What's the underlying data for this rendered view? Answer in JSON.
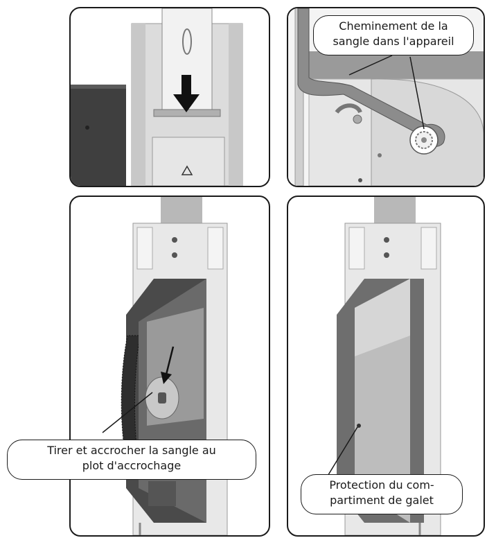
{
  "callouts": {
    "routing": {
      "line1": "Cheminement de la",
      "line2": "sangle dans l'appareil"
    },
    "attach": {
      "line1": "Tirer et accrocher la sangle au",
      "line2": "plot d'accrochage"
    },
    "protection": {
      "line1": "Protection du com-",
      "line2": "partiment de galet"
    }
  },
  "colors": {
    "frame": "#1a1a1a",
    "body": "#e3e3e3",
    "dark": "#4a4a4a",
    "mid": "#8f8f8f",
    "light": "#d0d0d0",
    "strap": "#b8b8b8"
  }
}
